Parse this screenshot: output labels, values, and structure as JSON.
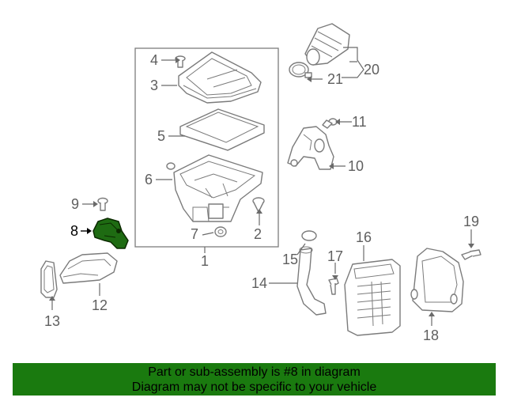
{
  "callouts": {
    "c1": "1",
    "c2": "2",
    "c3": "3",
    "c4": "4",
    "c5": "5",
    "c6": "6",
    "c7": "7",
    "c8": "8",
    "c9": "9",
    "c10": "10",
    "c11": "11",
    "c12": "12",
    "c13": "13",
    "c14": "14",
    "c15": "15",
    "c16": "16",
    "c17": "17",
    "c18": "18",
    "c19": "19",
    "c20": "20",
    "c21": "21"
  },
  "highlighted_part": "8",
  "colors": {
    "highlight": "#1e6b12",
    "banner": "#1a7a0f",
    "line": "#6a6a6a"
  },
  "banner": {
    "line1": "Part or sub-assembly is #8 in diagram",
    "line2": "Diagram may not be specific to your vehicle"
  }
}
